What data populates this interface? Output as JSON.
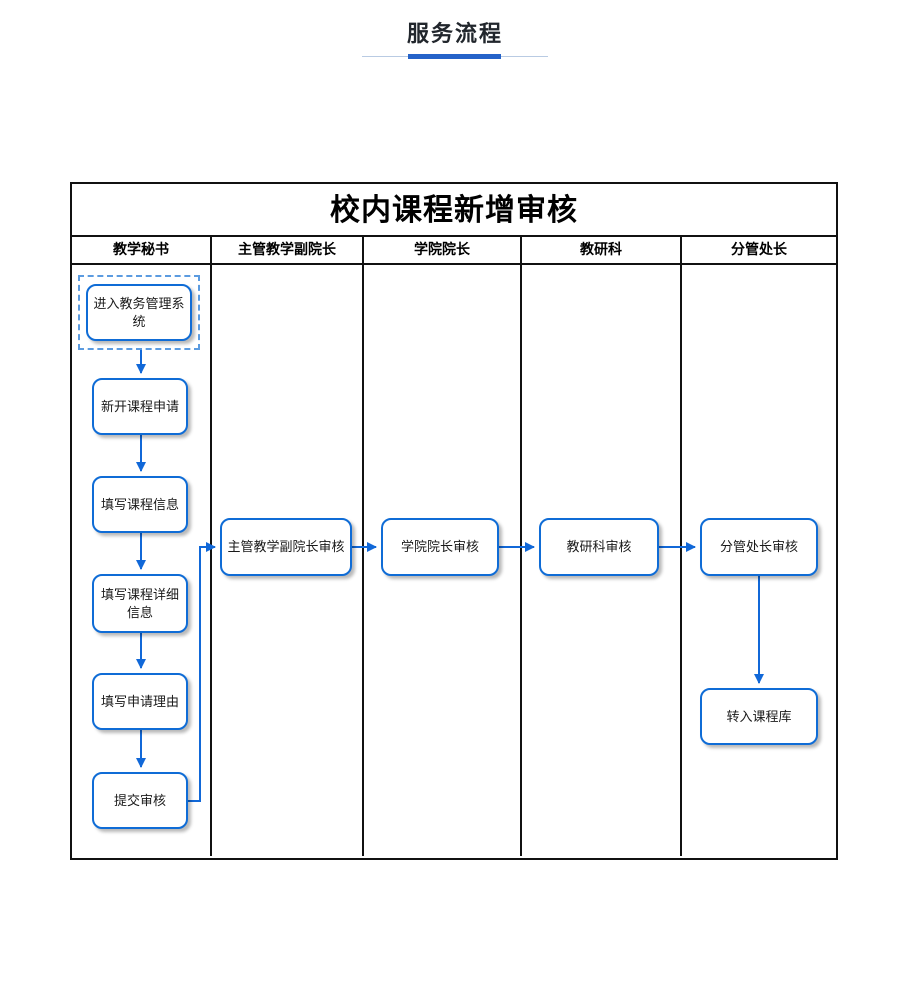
{
  "page": {
    "title": "服务流程"
  },
  "flowchart": {
    "title": "校内课程新增审核",
    "lanes": [
      "教学秘书",
      "主管教学副院长",
      "学院院长",
      "教研科",
      "分管处长"
    ],
    "nodes": {
      "enter_system": "进入教务管理系统",
      "new_course_request": "新开课程申请",
      "fill_course_info": "填写课程信息",
      "fill_course_detail": "填写课程详细信息",
      "fill_reason": "填写申请理由",
      "submit_review": "提交审核",
      "vp_review": "主管教学副院长审核",
      "dean_review": "学院院长审核",
      "research_section_review": "教研科审核",
      "division_chief_review": "分管处长审核",
      "into_course_library": "转入课程库"
    }
  },
  "colors": {
    "flow_blue": "#1168d8",
    "node_border_blue": "#0f6cd6",
    "dashed_selection_blue": "#5b9be0",
    "divider_accent": "#2563c9",
    "divider_line": "#b9cbe3",
    "table_border": "#111111"
  }
}
